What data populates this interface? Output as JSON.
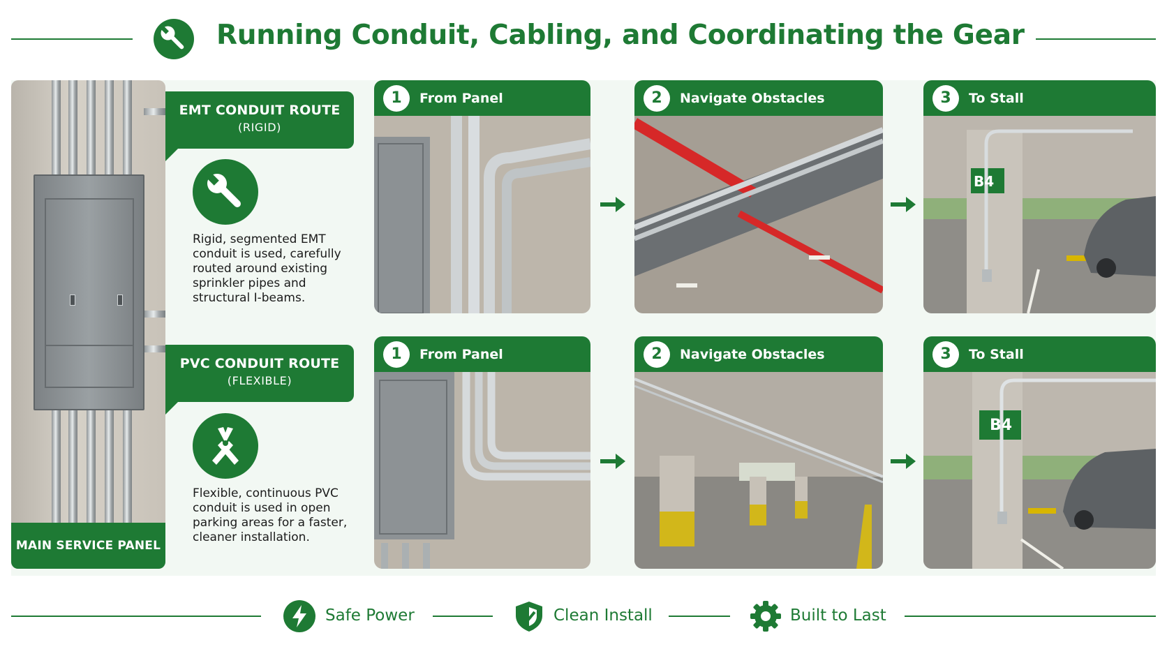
{
  "header": {
    "title": "Running Conduit, Cabling, and Coordinating the Gear",
    "icon": "wrench-icon"
  },
  "panel": {
    "label": "MAIN SERVICE PANEL"
  },
  "routes": [
    {
      "title": "EMT CONDUIT ROUTE",
      "subtitle": "(RIGID)",
      "icon": "wrench-icon",
      "description": "Rigid, segmented EMT conduit is used, carefully routed around existing sprinkler pipes and structural I-beams.",
      "steps": [
        {
          "num": "1",
          "label": "From Panel"
        },
        {
          "num": "2",
          "label": "Navigate Obstacles"
        },
        {
          "num": "3",
          "label": "To Stall",
          "stall_sign": "B4"
        }
      ]
    },
    {
      "title": "PVC CONDUIT ROUTE",
      "subtitle": "(FLEXIBLE)",
      "icon": "pliers-icon",
      "description": "Flexible, continuous PVC conduit is used in open parking areas for a faster, cleaner installation.",
      "steps": [
        {
          "num": "1",
          "label": "From Panel"
        },
        {
          "num": "2",
          "label": "Navigate Obstacles"
        },
        {
          "num": "3",
          "label": "To Stall",
          "stall_sign": "B4"
        }
      ]
    }
  ],
  "footer": {
    "items": [
      {
        "label": "Safe Power",
        "icon": "lightning-icon"
      },
      {
        "label": "Clean Install",
        "icon": "shield-icon"
      },
      {
        "label": "Built to Last",
        "icon": "gear-icon"
      }
    ]
  },
  "colors": {
    "brand_green": "#1e7a34",
    "background": "#ffffff",
    "section_bg": "#f2f8f3",
    "sprinkler_red": "#d62828",
    "column_yellow": "#c9a800"
  }
}
